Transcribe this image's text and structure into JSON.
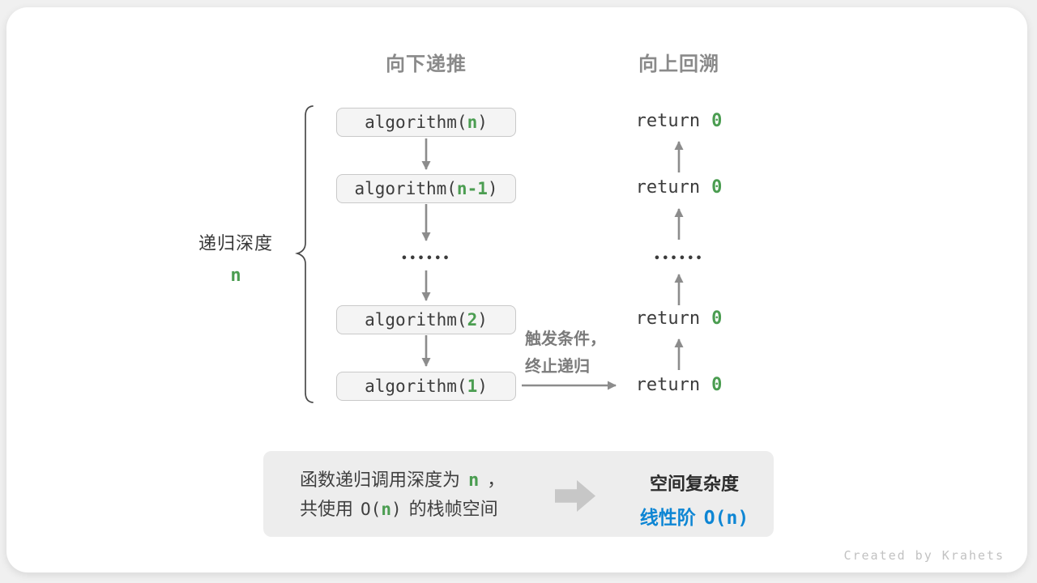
{
  "headers": {
    "downward": "向下递推",
    "upward": "向上回溯"
  },
  "stack": {
    "frames": [
      {
        "pre": "algorithm(",
        "arg": "n",
        "post": ")"
      },
      {
        "pre": "algorithm(",
        "arg": "n-1",
        "post": ")"
      },
      {
        "pre": "algorithm(",
        "arg": "2",
        "post": ")"
      },
      {
        "pre": "algorithm(",
        "arg": "1",
        "post": ")"
      }
    ],
    "ellipsis": "••••••"
  },
  "returns": {
    "keyword": "return",
    "value": "0",
    "ellipsis": "••••••"
  },
  "depth": {
    "label": "递归深度",
    "value": "n"
  },
  "base_case": {
    "line1": "触发条件，",
    "line2": "终止递归"
  },
  "summary": {
    "line1_text": "函数递归调用深度为",
    "line1_n": "n",
    "line1_comma": "，",
    "line2_pre": "共使用",
    "line2_open": "O(",
    "line2_n": "n",
    "line2_close": ")",
    "line2_post": "的栈帧空间",
    "right_title": "空间复杂度",
    "right_order": "线性阶",
    "right_bigo": "O(n)"
  },
  "credit": "Created by Krahets",
  "colors": {
    "green": "#4B9D51",
    "blue": "#0E86D4",
    "arrow": "#8C8C8C",
    "ink": "#3C3C3C",
    "heading": "#8A8A8A",
    "note": "#7B7B7B"
  }
}
